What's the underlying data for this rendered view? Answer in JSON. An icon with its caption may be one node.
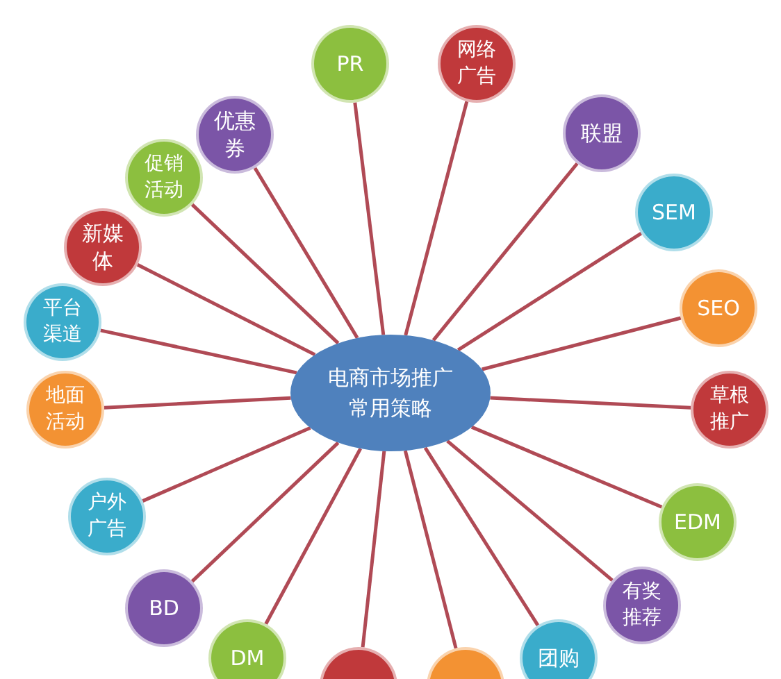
{
  "diagram": {
    "nodes": [
      {
        "text": [
          "电商市场推广常用策略"
        ]
      },
      {
        "text": [
          "PR"
        ]
      },
      {
        "text": [
          "网络广告"
        ]
      },
      {
        "text": [
          "联盟"
        ]
      },
      {
        "text": [
          "SEM"
        ]
      },
      {
        "text": [
          "SEO"
        ]
      },
      {
        "text": [
          "草根推广"
        ]
      },
      {
        "text": [
          "EDM"
        ]
      },
      {
        "text": [
          "有奖推荐"
        ]
      },
      {
        "text": [
          "团购"
        ]
      },
      {
        "text": [],
        "shape": "circle"
      },
      {
        "text": [],
        "shape": "circle"
      },
      {
        "text": [
          "DM"
        ]
      },
      {
        "text": [
          "BD"
        ]
      },
      {
        "text": [
          "户外广告"
        ]
      },
      {
        "text": [
          "地面活动"
        ]
      },
      {
        "text": [
          "平台渠道"
        ]
      },
      {
        "text": [
          "新媒体"
        ]
      },
      {
        "text": [
          "促销活动"
        ]
      },
      {
        "text": [
          "优惠券"
        ]
      }
    ],
    "edges": [
      {
        "from": 0,
        "to": 1,
        "arrow": "none"
      },
      {
        "from": 0,
        "to": 2,
        "arrow": "none"
      },
      {
        "from": 0,
        "to": 3,
        "arrow": "none"
      },
      {
        "from": 0,
        "to": 4,
        "arrow": "none"
      },
      {
        "from": 0,
        "to": 5,
        "arrow": "none"
      },
      {
        "from": 0,
        "to": 6,
        "arrow": "none"
      },
      {
        "from": 0,
        "to": 7,
        "arrow": "none"
      },
      {
        "from": 0,
        "to": 8,
        "arrow": "none"
      },
      {
        "from": 0,
        "to": 9,
        "arrow": "none"
      },
      {
        "from": 0,
        "to": 10,
        "arrow": "none"
      },
      {
        "from": 0,
        "to": 11,
        "arrow": "none"
      },
      {
        "from": 0,
        "to": 12,
        "arrow": "none"
      },
      {
        "from": 0,
        "to": 13,
        "arrow": "none"
      },
      {
        "from": 0,
        "to": 14,
        "arrow": "none"
      },
      {
        "from": 0,
        "to": 15,
        "arrow": "none"
      },
      {
        "from": 0,
        "to": 16,
        "arrow": "none"
      },
      {
        "from": 0,
        "to": 17,
        "arrow": "none"
      },
      {
        "from": 0,
        "to": 18,
        "arrow": "none"
      },
      {
        "from": 0,
        "to": 19,
        "arrow": "none"
      }
    ]
  }
}
